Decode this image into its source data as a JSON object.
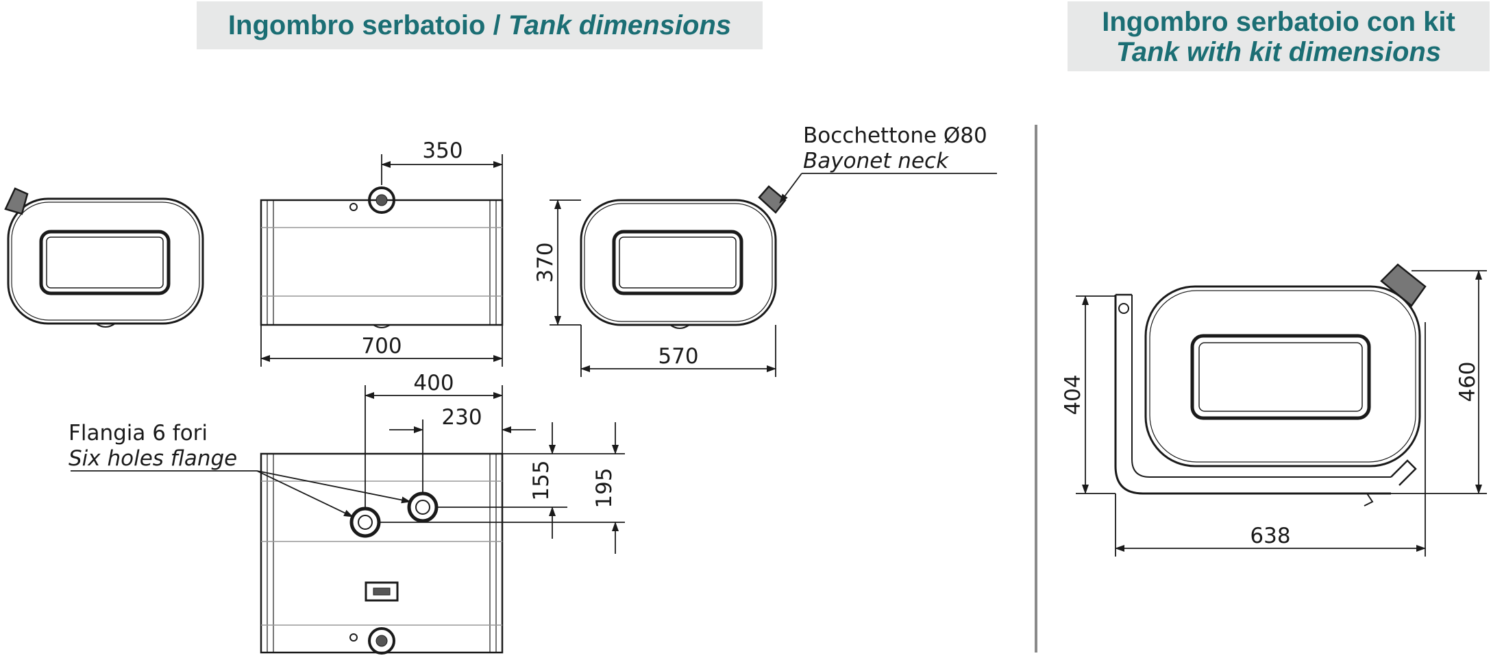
{
  "titles": {
    "left": {
      "main": "Ingombro serbatoio / ",
      "italic": "Tank dimensions"
    },
    "right": {
      "main": "Ingombro serbatoio con kit",
      "italic": "Tank with kit dimensions"
    }
  },
  "callouts": {
    "neck": {
      "it": "Bocchettone Ø80",
      "en": "Bayonet neck"
    },
    "flange": {
      "it": "Flangia 6 fori",
      "en": "Six holes flange"
    }
  },
  "dimensions": {
    "side_top_offset": "350",
    "side_length": "700",
    "front_height": "370",
    "front_width": "570",
    "plan_offset_400": "400",
    "plan_offset_230": "230",
    "plan_155": "155",
    "plan_195": "195",
    "kit_height_404": "404",
    "kit_height_460": "460",
    "kit_width": "638"
  },
  "colors": {
    "title_text": "#1b6e74",
    "title_bg": "#e7e8e8",
    "line": "#1a1a1a",
    "divider": "#8a8a8a"
  }
}
